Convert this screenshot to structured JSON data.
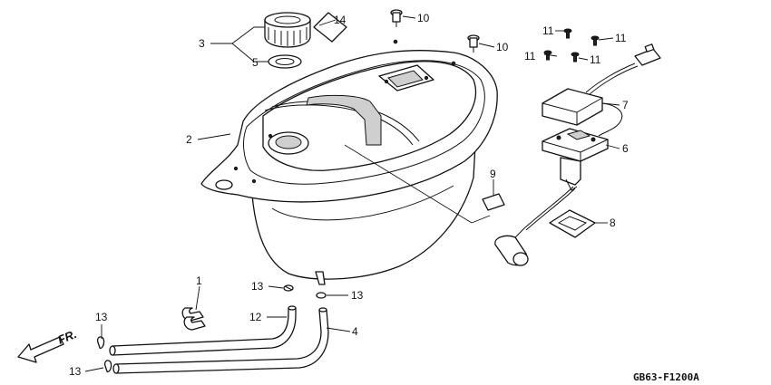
{
  "diagram": {
    "code": "GB63-F1200A",
    "direction_label": "FR.",
    "callouts": {
      "c1": "1",
      "c2": "2",
      "c3": "3",
      "c4": "4",
      "c5": "5",
      "c6": "6",
      "c7": "7",
      "c8": "8",
      "c9": "9",
      "c10a": "10",
      "c10b": "10",
      "c11a": "11",
      "c11b": "11",
      "c11c": "11",
      "c11d": "11",
      "c12": "12",
      "c13a": "13",
      "c13b": "13",
      "c13c": "13",
      "c13d": "13",
      "c14": "14"
    }
  },
  "colors": {
    "ink": "#111111",
    "paper": "#ffffff",
    "shade": "#cfcfcf"
  }
}
